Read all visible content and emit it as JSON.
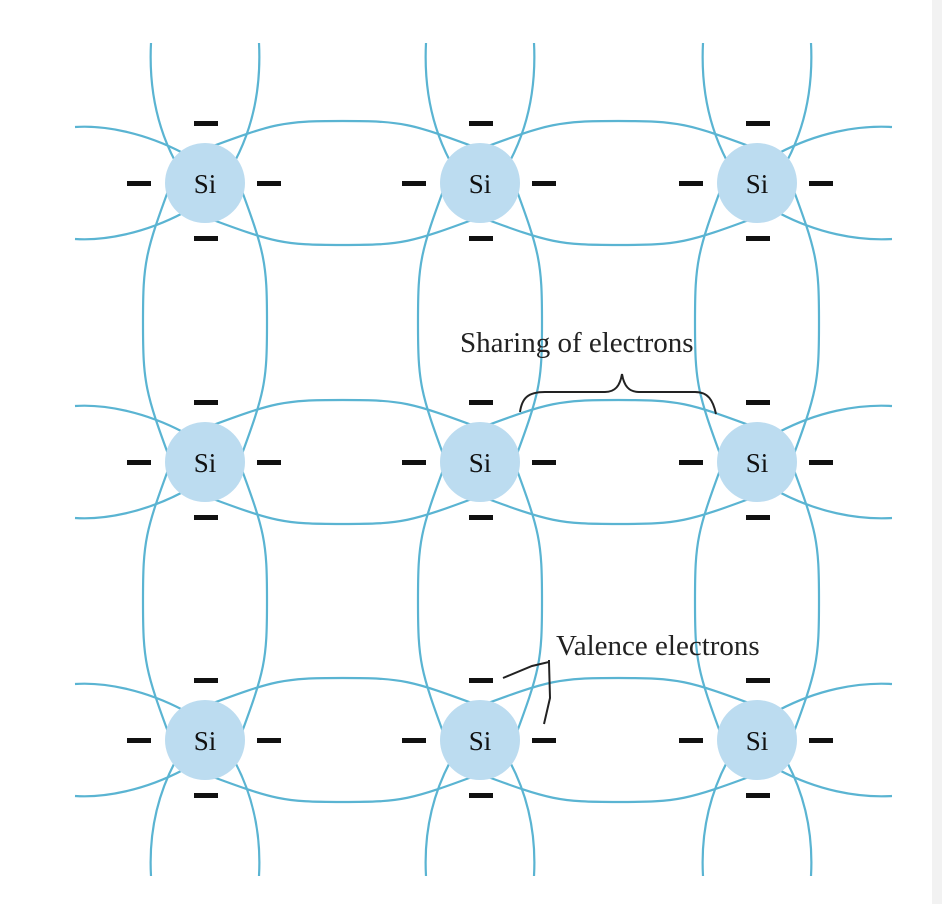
{
  "diagram": {
    "atom_label": "Si",
    "rows": 3,
    "cols": 3,
    "electron_symbol": "−",
    "annotations": {
      "sharing": "Sharing of electrons",
      "valence": "Valence electrons"
    }
  },
  "colors": {
    "bond": "#5ab4d2",
    "atom_fill": "#bcdcf0",
    "electron": "#111111",
    "background": "#ffffff"
  }
}
